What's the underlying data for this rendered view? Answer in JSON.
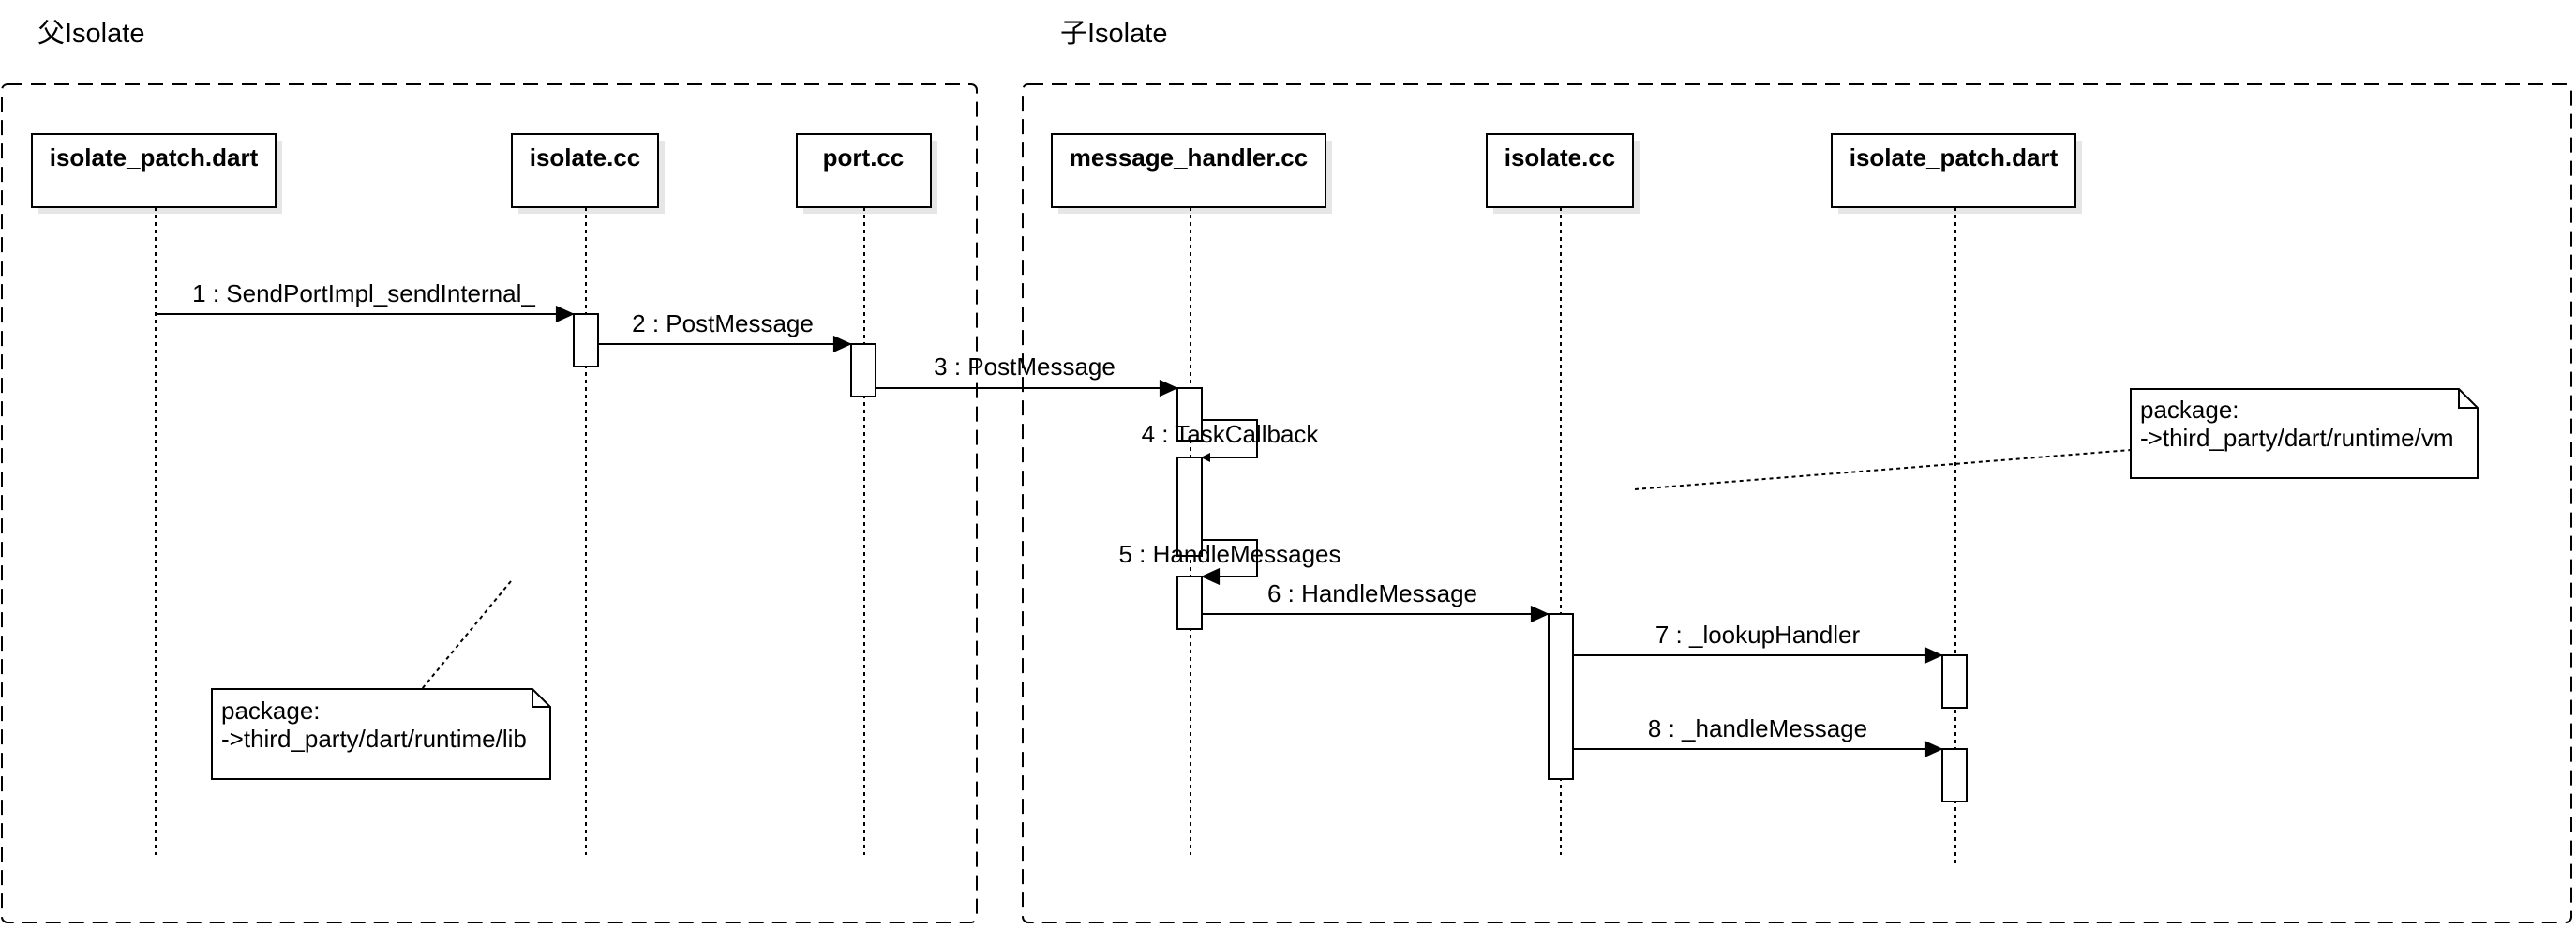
{
  "groups": {
    "parent": {
      "title": "父Isolate"
    },
    "child": {
      "title": "子Isolate"
    }
  },
  "lifelines": [
    {
      "id": "p_isolate_patch",
      "label": "isolate_patch.dart"
    },
    {
      "id": "p_isolate_cc",
      "label": "isolate.cc"
    },
    {
      "id": "p_port_cc",
      "label": "port.cc"
    },
    {
      "id": "c_message_handler",
      "label": "message_handler.cc"
    },
    {
      "id": "c_isolate_cc",
      "label": "isolate.cc"
    },
    {
      "id": "c_isolate_patch",
      "label": "isolate_patch.dart"
    }
  ],
  "messages": [
    {
      "label": "1 : SendPortImpl_sendInternal_",
      "from": "p_isolate_patch",
      "to": "p_isolate_cc"
    },
    {
      "label": "2 : PostMessage",
      "from": "p_isolate_cc",
      "to": "p_port_cc"
    },
    {
      "label": "3 : PostMessage",
      "from": "p_port_cc",
      "to": "c_message_handler"
    },
    {
      "label": "4 : TaskCallback",
      "from": "c_message_handler",
      "to": "c_message_handler"
    },
    {
      "label": "5 : HandleMessages",
      "from": "c_message_handler",
      "to": "c_message_handler"
    },
    {
      "label": "6 : HandleMessage",
      "from": "c_message_handler",
      "to": "c_isolate_cc"
    },
    {
      "label": "7 : _lookupHandler",
      "from": "c_isolate_cc",
      "to": "c_isolate_patch"
    },
    {
      "label": "8 : _handleMessage",
      "from": "c_isolate_cc",
      "to": "c_isolate_patch"
    }
  ],
  "notes": [
    {
      "line1": "package:",
      "line2": "->third_party/dart/runtime/lib"
    },
    {
      "line1": "package:",
      "line2": "->third_party/dart/runtime/vm"
    }
  ],
  "colors": {
    "stroke": "#000000",
    "shadow": "#e6e6e6",
    "background": "#ffffff"
  }
}
